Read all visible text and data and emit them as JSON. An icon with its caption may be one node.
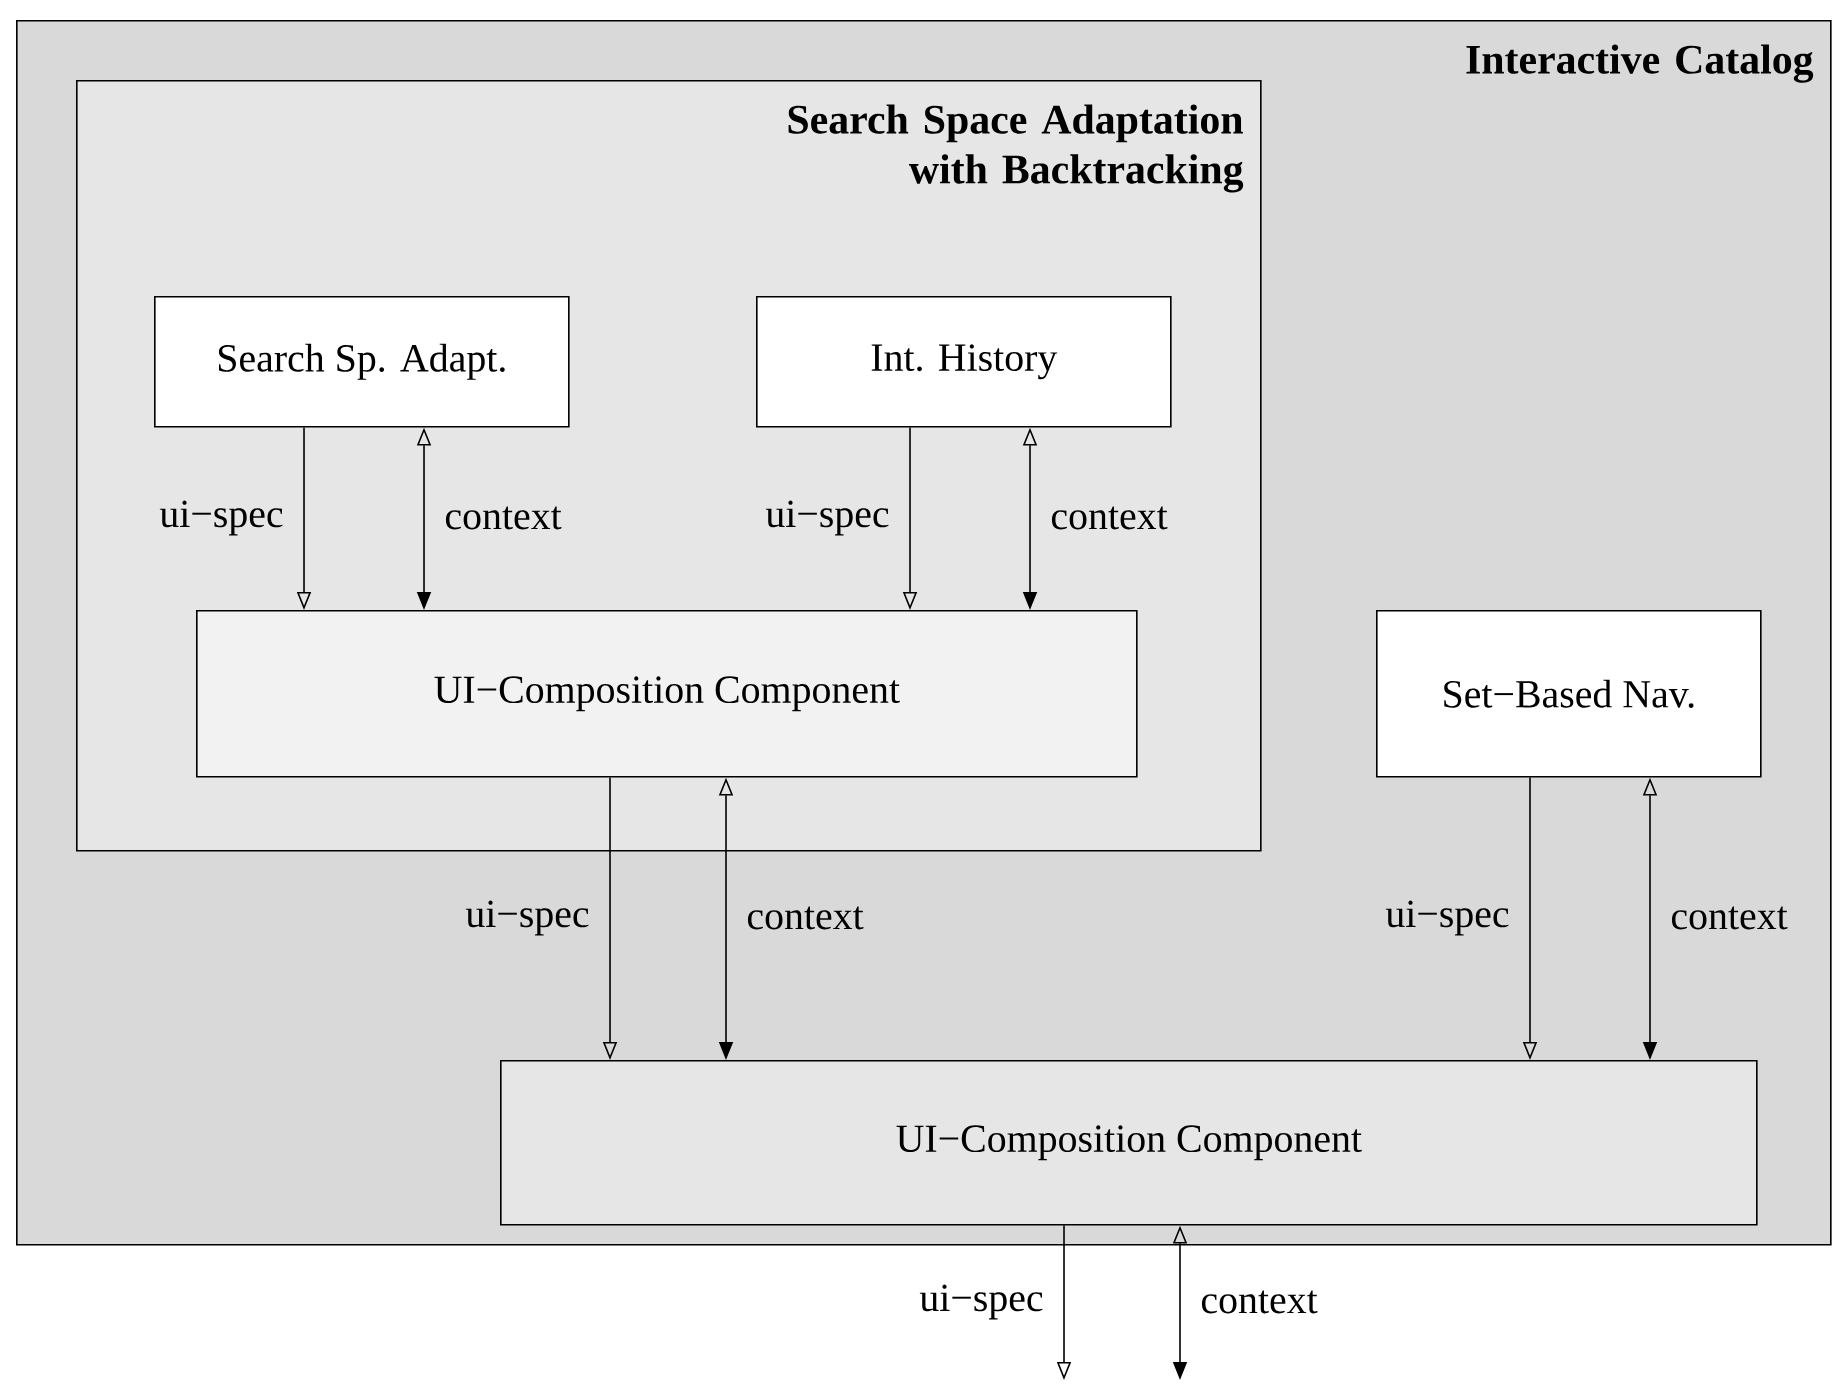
{
  "diagram": {
    "nodes": [
      {
        "text": [
          "Interactive Catalog"
        ]
      },
      {
        "text": [
          "Search Space Adaptation with Backtracking"
        ],
        "in": 0
      },
      {
        "text": [
          "Search Sp. Adapt."
        ],
        "in": 1
      },
      {
        "text": [
          "Int. History"
        ],
        "in": 1
      },
      {
        "text": [
          "UI−Composition Component"
        ],
        "in": 1
      },
      {
        "text": [
          "Set−Based Nav."
        ],
        "in": 0
      },
      {
        "text": [
          "UI−Composition Component"
        ],
        "in": 0
      }
    ],
    "edges": [
      {
        "from": 2,
        "to": 4,
        "arrow": "to",
        "label": "ui−spec"
      },
      {
        "from": 2,
        "to": 4,
        "arrow": "both",
        "label": "context"
      },
      {
        "from": 3,
        "to": 4,
        "arrow": "to",
        "label": "ui−spec"
      },
      {
        "from": 3,
        "to": 4,
        "arrow": "both",
        "label": "context"
      },
      {
        "from": 4,
        "to": 6,
        "arrow": "to",
        "label": "ui−spec"
      },
      {
        "from": 4,
        "to": 6,
        "arrow": "both",
        "label": "context"
      },
      {
        "from": 5,
        "to": 6,
        "arrow": "to",
        "label": "ui−spec"
      },
      {
        "from": 5,
        "to": 6,
        "arrow": "both",
        "label": "context"
      },
      {
        "from": 6,
        "to": null,
        "arrow": "to",
        "label": "ui−spec"
      },
      {
        "from": 6,
        "to": null,
        "arrow": "both",
        "label": "context"
      }
    ]
  }
}
